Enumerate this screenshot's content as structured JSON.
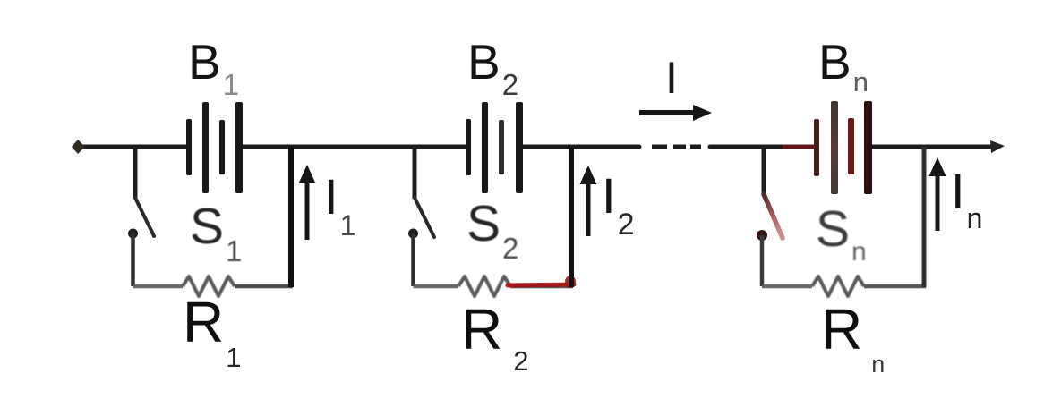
{
  "diagram": {
    "type": "circuit-diagram",
    "description": "n battery cells in series, each cell bridged by a parallel branch containing a switch and a resistor",
    "total_current": {
      "label": "I"
    },
    "sections": [
      {
        "battery": {
          "base": "B",
          "sub": "1"
        },
        "switch": {
          "base": "S",
          "sub": "1"
        },
        "resistor": {
          "base": "R",
          "sub": "1"
        },
        "current": {
          "base": "I",
          "sub": "1"
        }
      },
      {
        "battery": {
          "base": "B",
          "sub": "2"
        },
        "switch": {
          "base": "S",
          "sub": "2"
        },
        "resistor": {
          "base": "R",
          "sub": "2"
        },
        "current": {
          "base": "I",
          "sub": "2"
        }
      },
      {
        "battery": {
          "base": "B",
          "sub": "n"
        },
        "switch": {
          "base": "S",
          "sub": "n"
        },
        "resistor": {
          "base": "R",
          "sub": "n"
        },
        "current": {
          "base": "I",
          "sub": "n"
        }
      }
    ],
    "colors": {
      "wire_black": "#1b1b1b",
      "wire_gray": "#5d5d5d",
      "red_highlight": "#a91111",
      "dark_red": "#6b1717",
      "lever_pink": "#c98d8d"
    }
  }
}
